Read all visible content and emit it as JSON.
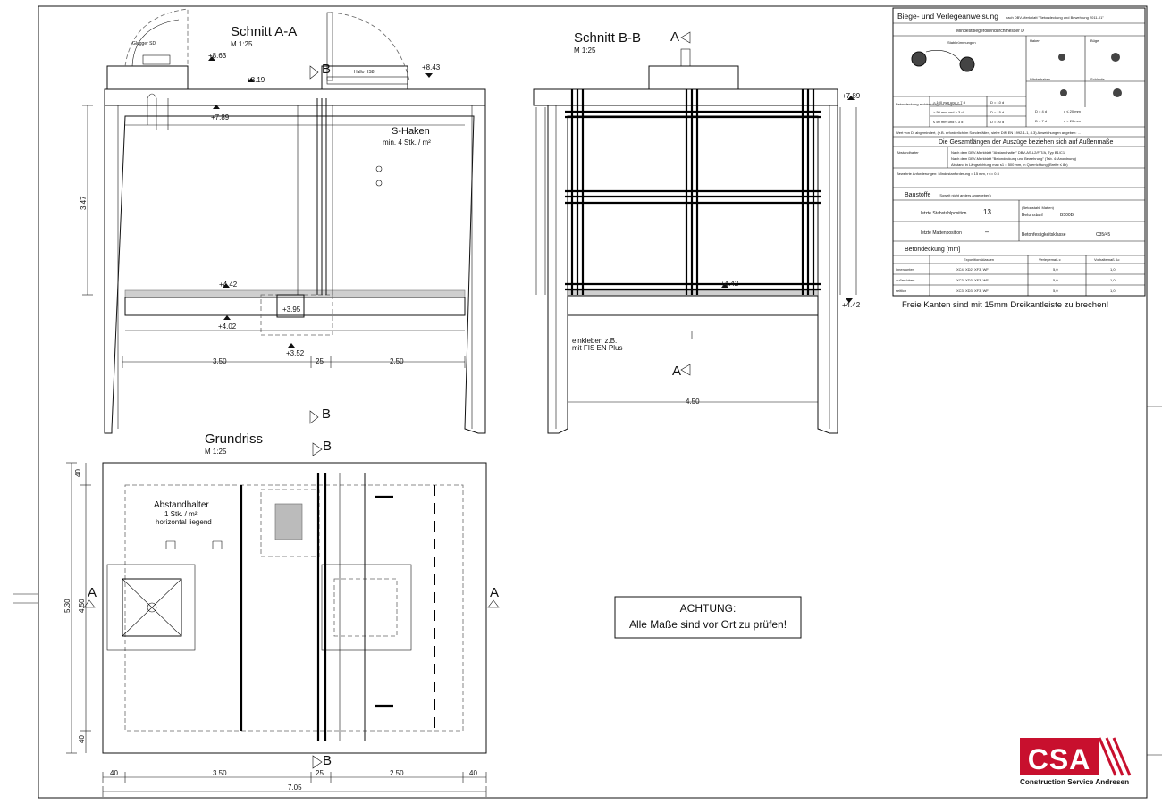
{
  "drawing": {
    "section_aa": {
      "title": "Schnitt A-A",
      "scale": "M 1:25"
    },
    "section_bb": {
      "title": "Schnitt B-B",
      "scale": "M 1:25"
    },
    "plan": {
      "title": "Grundriss",
      "scale": "M 1:25"
    },
    "labels": {
      "glogger": "Glogger SD",
      "hallo": "Hallo HS8",
      "s_haken_title": "S-Haken",
      "s_haken_sub": "min. 4 Stk. / m²",
      "abstandhalter_title": "Abstandhalter",
      "abstandhalter_sub1": "1 Stk. / m²",
      "abstandhalter_sub2": "horizontal liegend",
      "einkleben1": "einkleben z.B.",
      "einkleben2": "mit FIS EN Plus",
      "section_b": "B",
      "section_a": "A"
    },
    "levels": {
      "l863": "+8.63",
      "l819": "+8.19",
      "l843": "+8.43",
      "l789": "+7.89",
      "l442": "+4.42",
      "l402": "+4.02",
      "l395": "+3.95",
      "l352": "+3.52",
      "l442b": "+4.42",
      "l442c": "+4.42",
      "l789b": "+7.89"
    },
    "dims": {
      "d350": "3.50",
      "d25": "25",
      "d250": "2.50",
      "d347": "3.47",
      "d450": "4.50",
      "d40a": "40",
      "d350b": "3.50",
      "d25b": "25",
      "d250b": "2.50",
      "d40b": "40",
      "d705": "7.05",
      "d530": "5.30",
      "d450b": "4.50",
      "d40c": "40",
      "d40d": "40"
    },
    "notice": {
      "line1": "ACHTUNG:",
      "line2": "Alle Maße sind vor Ort zu prüfen!"
    }
  },
  "notes_table": {
    "title": "Biege- und Verlegeanweisung",
    "subtitle": "nach DBV-Merkblatt \"Betondeckung und Bewehrung 2011-01\"",
    "mindest": "Mindestbiegerollendurchmesser D",
    "statik": "Stabkrümmungen",
    "haken": "Haken",
    "buegel": "Bügel",
    "winkel": "Winkelhaken",
    "schlaufe": "Schlaufe",
    "betondeckung_label": "Betondeckung rechtwinklig zur Biegebene",
    "row1": "> 100 mm und > 7 d",
    "row2": "> 50 mm und > 3 d",
    "row3": "≤ 50 mm und ≤ 3 d",
    "c1": "D = 10 d",
    "c2": "D = 15 d",
    "c3": "D = 20 d",
    "hk1": "D = 4 d",
    "hk2": "D = 7 d",
    "hk3": "d ≤ 20 mm",
    "hk4": "d > 20 mm",
    "footnote": "Wert von D, abgemindert, (z.B. erforderlich im Sonderfällen, siehe DIN EN 1992-1-1, 8.3) Abweichungen angeben:  ...",
    "gesamt": "Die Gesamtlängen der Auszüge beziehen sich auf Außenmaße",
    "abstandhalter": "Abstandhalter",
    "abst1": "Nach dem DBV-Merkblatt \"Abstandhalter\" DBV-AS-L2/F/T/A, Typ B1/C1",
    "abst2": "Nach dem DBV-Merkblatt \"Betondeckung und Bewehrung\" (Tab. 4: Anordnung)",
    "abst3": "Abstand in Längsrichtung max s1 = 500 mm, in Querrichtung (Breite ≤ 8x)",
    "bewehrt": "Bewehrte Anforderungen: Mindestanforderung = 15 mm, r <= 0.5",
    "baustoffe": "Baustoffe",
    "baustoffe_note": "(Soweit nicht anders angegeben)",
    "stab_label": "letzte Stabstahlposition",
    "stab_val": "13",
    "betonstahl": "Betonstahl",
    "betonstahl_note": "(Betonstahl, Matten)",
    "betonstahl_val": "B500B",
    "matten_label": "letzte Mattenposition",
    "matten_val": "–",
    "festigkeit": "Betonfestigkeitsklasse",
    "festigkeit_val": "C35/45",
    "deckung_title": "Betondeckung [mm]",
    "col_exp": "Expositionsklassen",
    "col_verl": "Verlegemaß c",
    "col_vorh": "Vorhaltemaß Δc",
    "rows": [
      {
        "name": "innen/unten",
        "exp": "XC4, XD2, XF3, WF",
        "verl": "5,0",
        "vorh": "1,0"
      },
      {
        "name": "außen/oben",
        "exp": "XC3, XD3, XF3, WF",
        "verl": "5,0",
        "vorh": "1,0"
      },
      {
        "name": "seitlich",
        "exp": "XC3, XD3, XF3, WF",
        "verl": "5,0",
        "vorh": "1,0"
      }
    ],
    "freie_kanten": "Freie Kanten sind mit 15mm Dreikantleiste zu brechen!"
  },
  "logo": {
    "text": "CSA",
    "subtitle": "Construction Service Andresen",
    "color": "#c8102e"
  }
}
